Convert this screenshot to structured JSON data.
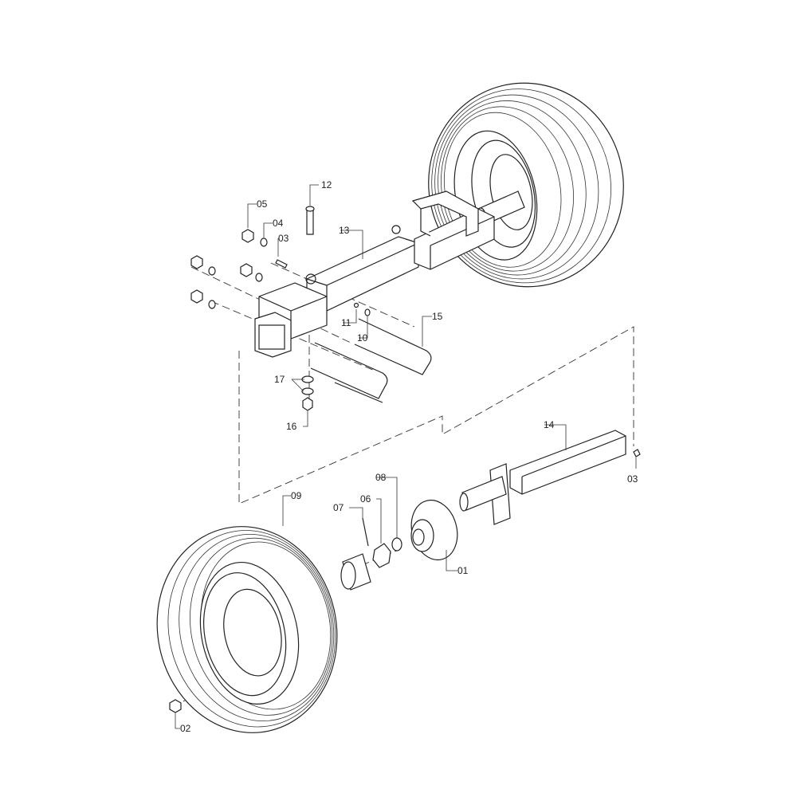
{
  "diagram": {
    "type": "exploded-parts-view",
    "callouts": {
      "p01": "01",
      "p02": "02",
      "p03a": "03",
      "p03b": "03",
      "p04": "04",
      "p05": "05",
      "p06": "06",
      "p07": "07",
      "p08": "08",
      "p09": "09",
      "p10": "10",
      "p11": "11",
      "p12": "12",
      "p13": "13",
      "p14": "14",
      "p15": "15",
      "p16": "16",
      "p17": "17"
    }
  }
}
